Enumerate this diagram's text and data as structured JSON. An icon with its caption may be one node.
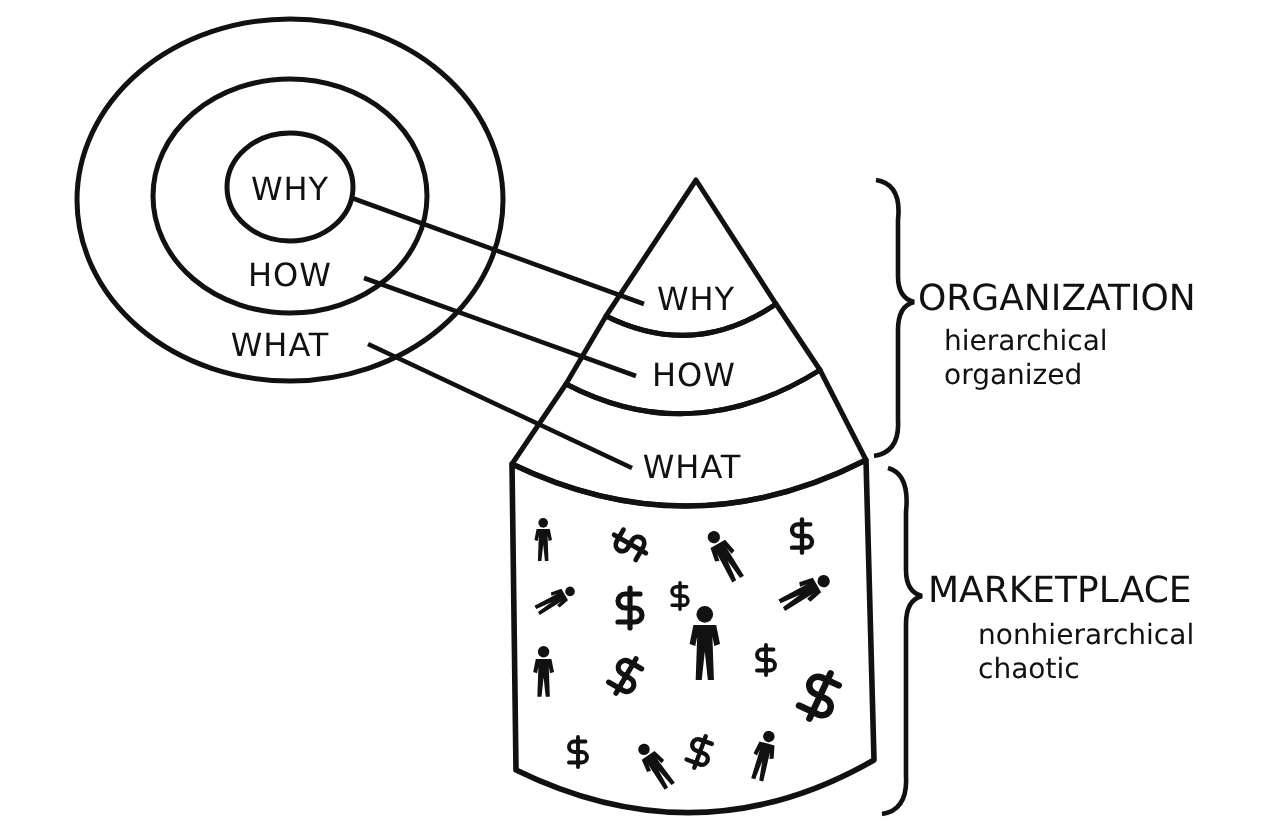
{
  "diagram": {
    "nodes": [
      {
        "text": [
          "WHAT"
        ]
      },
      {
        "text": [
          "HOW"
        ],
        "in": 0
      },
      {
        "text": [
          "WHY"
        ],
        "in": 1
      },
      {
        "text": [
          "WHY"
        ]
      },
      {
        "text": [
          "HOW"
        ]
      },
      {
        "text": [
          "WHAT"
        ]
      },
      {
        "text": [],
        "shape": "cylinder"
      }
    ],
    "edges": [
      {
        "from": 2,
        "to": 3,
        "arrow": "none"
      },
      {
        "from": 1,
        "to": 4,
        "arrow": "none"
      },
      {
        "from": 0,
        "to": 5,
        "arrow": "none"
      }
    ],
    "labels": [
      "ORGANIZATION",
      "hierarchical",
      "organized",
      "MARKETPLACE",
      "nonhierarchical",
      "chaotic"
    ]
  }
}
